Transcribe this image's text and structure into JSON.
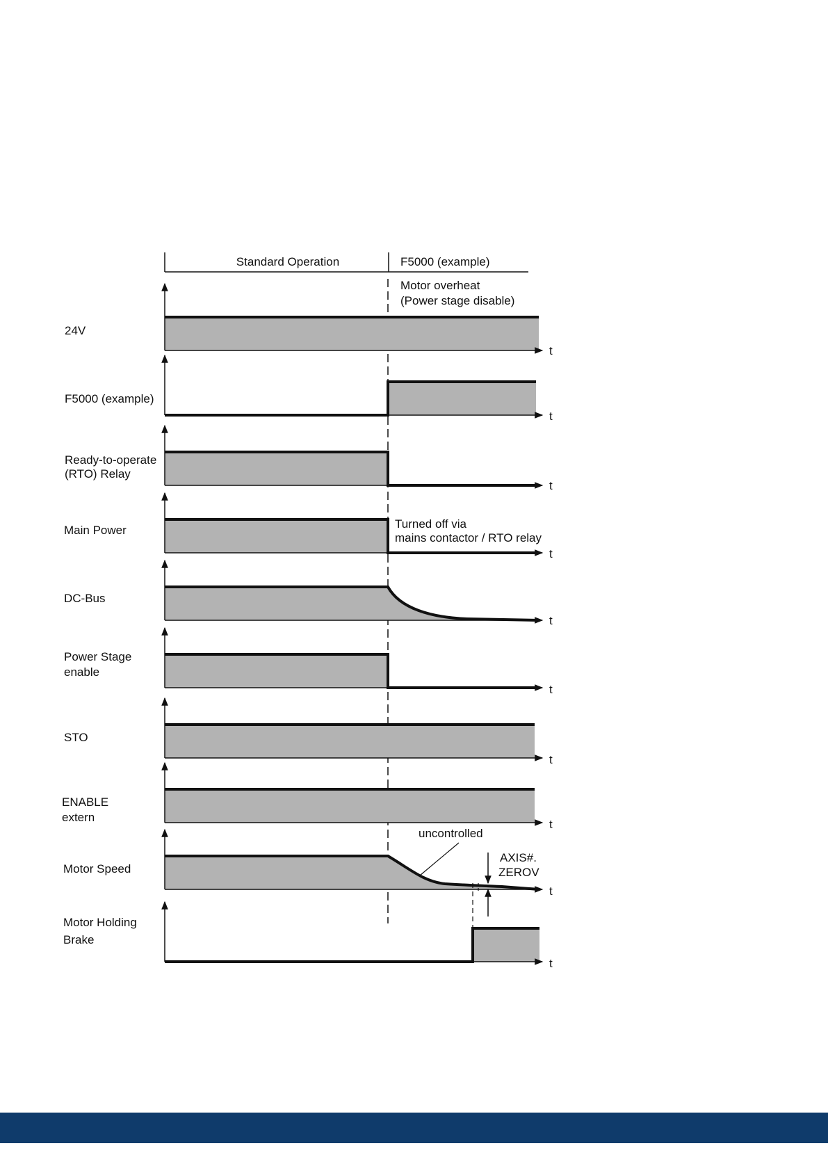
{
  "colors": {
    "fill": "#b3b3b3",
    "line": "#111111",
    "footer": "#0f3b6b",
    "background": "#ffffff"
  },
  "header": {
    "left_phase": "Standard Operation",
    "right_phase": "F5000 (example)",
    "note_line1": "Motor overheat",
    "note_line2": "(Power stage disable)"
  },
  "time_label": "t",
  "signals": [
    {
      "id": "24v",
      "label": [
        "24V"
      ]
    },
    {
      "id": "f5000",
      "label": [
        "F5000 (example)"
      ]
    },
    {
      "id": "rto",
      "label": [
        "Ready-to-operate",
        "(RTO) Relay"
      ]
    },
    {
      "id": "main-power",
      "label": [
        "Main Power"
      ]
    },
    {
      "id": "dc-bus",
      "label": [
        "DC-Bus"
      ]
    },
    {
      "id": "power-stage",
      "label": [
        "Power Stage",
        "enable"
      ]
    },
    {
      "id": "sto",
      "label": [
        "STO"
      ]
    },
    {
      "id": "enable-extern",
      "label": [
        "ENABLE",
        "extern"
      ]
    },
    {
      "id": "motor-speed",
      "label": [
        "Motor Speed"
      ]
    },
    {
      "id": "holding-brake",
      "label": [
        "Motor Holding",
        "Brake"
      ]
    }
  ],
  "annotations": {
    "main_power_line1": "Turned off via",
    "main_power_line2": "mains contactor / RTO relay",
    "uncontrolled": "uncontrolled",
    "zerov_line1": "AXIS#.",
    "zerov_line2": "ZEROV"
  }
}
